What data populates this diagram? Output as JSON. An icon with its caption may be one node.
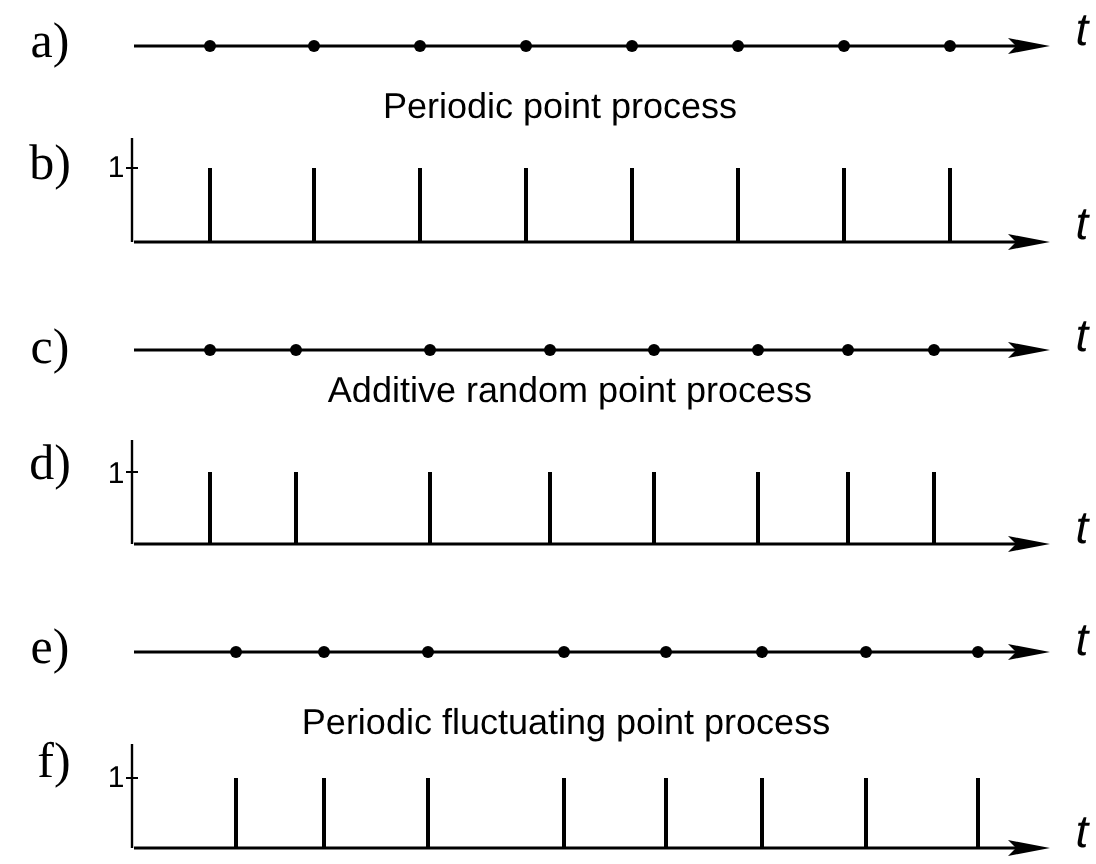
{
  "diagram": {
    "labels": [
      "a)",
      "t",
      "Periodic point process",
      "b)",
      "1",
      "t",
      "c)",
      "t",
      "Additive random point process",
      "d)",
      "1",
      "t",
      "e)",
      "t",
      "Periodic fluctuating point process",
      "f)",
      "1",
      "t"
    ]
  }
}
